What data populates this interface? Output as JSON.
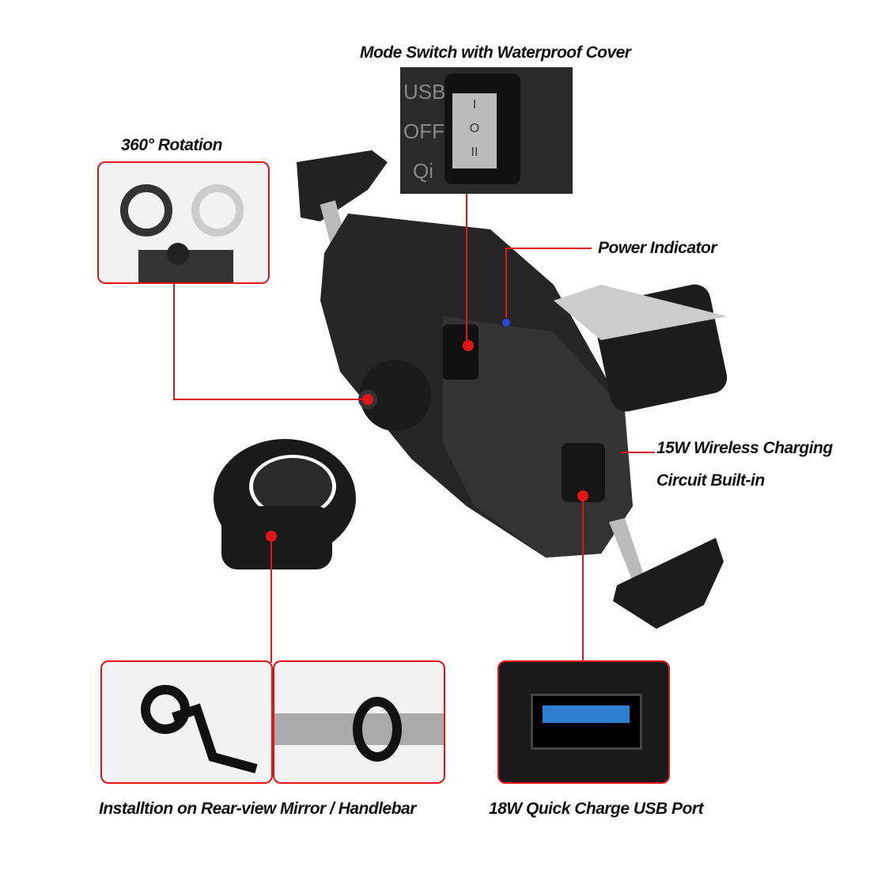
{
  "labels": {
    "mode_switch": "Mode Switch with Waterproof Cover",
    "rotation": "360° Rotation",
    "power_indicator": "Power Indicator",
    "wireless_line1": "15W Wireless Charging",
    "wireless_line2": "Circuit Built-in",
    "installation": "Installtion on Rear-view Mirror / Handlebar",
    "usb_port": "18W Quick Charge USB Port"
  },
  "switch_panel": {
    "modes": [
      "USB",
      "OFF",
      "Qi"
    ],
    "switch_marks": [
      "I",
      "O",
      "II"
    ]
  },
  "colors": {
    "accent": "#e0161b",
    "device": "#1e1e1e",
    "usb_blue": "#2f7fd0",
    "indicator": "#2a46d8"
  }
}
